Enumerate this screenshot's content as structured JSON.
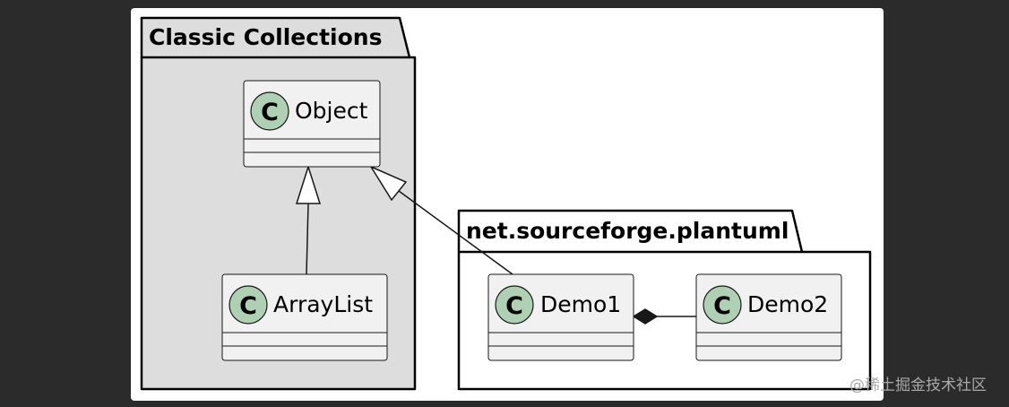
{
  "packages": [
    {
      "id": "classic",
      "title": "Classic Collections"
    },
    {
      "id": "plantuml",
      "title": "net.sourceforge.plantuml"
    }
  ],
  "classes": [
    {
      "id": "object",
      "name": "Object",
      "stereotype_letter": "C",
      "package": "classic"
    },
    {
      "id": "arraylist",
      "name": "ArrayList",
      "stereotype_letter": "C",
      "package": "classic"
    },
    {
      "id": "demo1",
      "name": "Demo1",
      "stereotype_letter": "C",
      "package": "plantuml"
    },
    {
      "id": "demo2",
      "name": "Demo2",
      "stereotype_letter": "C",
      "package": "plantuml"
    }
  ],
  "relations": [
    {
      "from": "arraylist",
      "to": "object",
      "type": "inheritance"
    },
    {
      "from": "demo1",
      "to": "object",
      "type": "inheritance"
    },
    {
      "from": "demo1",
      "to": "demo2",
      "type": "composition"
    }
  ],
  "colors": {
    "page_background": "#2b2b2b",
    "canvas": "#ffffff",
    "package_classic_fill": "#dddddd",
    "package_plantuml_fill": "#ffffff",
    "class_fill": "#f1f1f1",
    "class_border": "#181818",
    "spot_fill": "#add1b2",
    "watermark": "#a9a9a9"
  },
  "watermark": "@稀土掘金技术社区"
}
